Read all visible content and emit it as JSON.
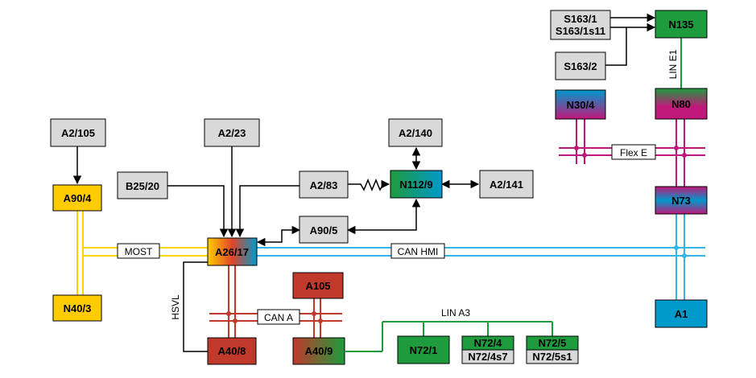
{
  "colors": {
    "gray": "#d9d9d9",
    "yellow": "#ffcc00",
    "red": "#c0392b",
    "green": "#1e9b3c",
    "blue": "#0099cc",
    "magenta": "#c0177a",
    "cyan_bus": "#33b5e5",
    "yellow_bus": "#ffd200",
    "red_bus": "#c0392b",
    "magenta_bus": "#c0177a",
    "green_bus": "#1e9b3c"
  },
  "nodes": {
    "a2_105": "A2/105",
    "a90_4": "A90/4",
    "n40_3": "N40/3",
    "a2_23": "A2/23",
    "b25_20": "B25/20",
    "a26_17": "A26/17",
    "a2_83": "A2/83",
    "a90_5": "A90/5",
    "a2_140": "A2/140",
    "n112_9": "N112/9",
    "a2_141": "A2/141",
    "a105": "A105",
    "a40_8": "A40/8",
    "a40_9": "A40/9",
    "n72_1": "N72/1",
    "n72_4_top": "N72/4",
    "n72_4_bottom": "N72/4s7",
    "n72_5_top": "N72/5",
    "n72_5_bottom": "N72/5s1",
    "s163_1_line1": "S163/1",
    "s163_1_line2": "S163/1s11",
    "s163_2": "S163/2",
    "n135": "N135",
    "n30_4": "N30/4",
    "n80": "N80",
    "n73": "N73",
    "a1": "A1"
  },
  "bus_labels": {
    "most": "MOST",
    "can_hmi": "CAN HMI",
    "can_a": "CAN A",
    "lin_a3": "LIN A3",
    "flex_e": "Flex E",
    "lin_e1": "LIN E1",
    "hsvl": "HSVL"
  }
}
